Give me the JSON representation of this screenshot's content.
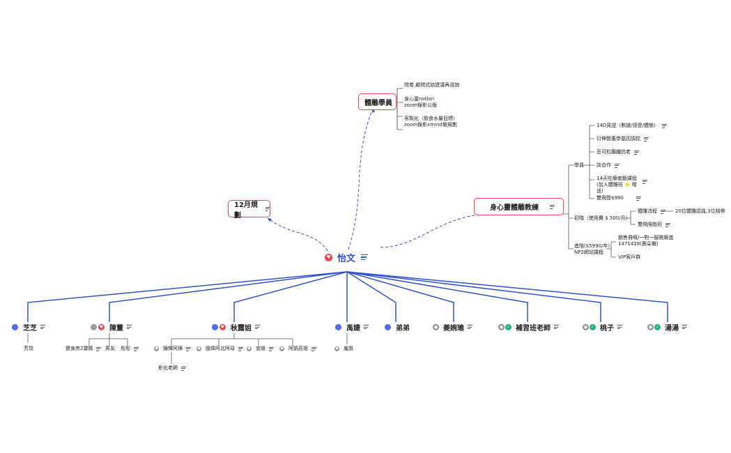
{
  "root": {
    "label": "怡文"
  },
  "left_branch": {
    "label": "12月規劃"
  },
  "top_branch": {
    "label": "體雕學員",
    "items": [
      "問卷,顧問式給建議再諮詢",
      "身心靈notion",
      "zoom錄影公版",
      "客製化（飲食水量目標）",
      "zoom錄影xmind做規劃"
    ]
  },
  "right_branch": {
    "label": "身心靈體雕教練",
    "student": {
      "label": "學員",
      "items": [
        "14D見證（數據/感受/體態）",
        "衍伸營養學基因調控",
        "忌可粒腸纖抗老",
        "談合作",
        "14天吃療癒動課程",
        "(加入體雕班 ",
        "送)",
        "雙飛營$990"
      ],
      "star": "⭐ ",
      "gift": "贈"
    },
    "initial": {
      "label": "初階（使用費 $ 500/月）",
      "flow": "體雕流程",
      "flow_note": "20位體雕認識,3位陪帶",
      "double": "雙飛陪跑班"
    },
    "advanced": {
      "label": "進階($5990/年)",
      "label2": "NP2網站課程",
      "sales": "銷售冊嘅/一對一服務跟進",
      "sales2": "1471428(賽朵欄)",
      "vip": "VIP客戶群"
    }
  },
  "bottom_children": [
    {
      "label": "芝芝",
      "subs": [
        "芳玟"
      ]
    },
    {
      "label": "陳董",
      "subs": [
        "健身房2寶媽",
        "男友",
        "彤彤"
      ]
    },
    {
      "label": "秋露姐",
      "subs": [
        "鐘輝阿姨",
        "國偉阿北阿母",
        "宣姐",
        "阿凱莊姐"
      ],
      "sub_sub": "影化老師"
    },
    {
      "label": "禹婕",
      "subs": [
        "嵐姐"
      ]
    },
    {
      "label": "弟弟",
      "subs": []
    },
    {
      "label": "姜婉瑜",
      "subs": []
    },
    {
      "label": "補習班老師",
      "subs": []
    },
    {
      "label": "桃子",
      "subs": []
    },
    {
      "label": "湯湯",
      "subs": []
    }
  ],
  "colors": {
    "accent": "#2f52c9",
    "red": "#e8464b",
    "dot_blue": "#4a6cf7",
    "green": "#23b07d"
  },
  "icons": {
    "heart": "heart-icon",
    "note": "note-lines-icon",
    "person": "person-icon",
    "dot": "dot-icon"
  }
}
